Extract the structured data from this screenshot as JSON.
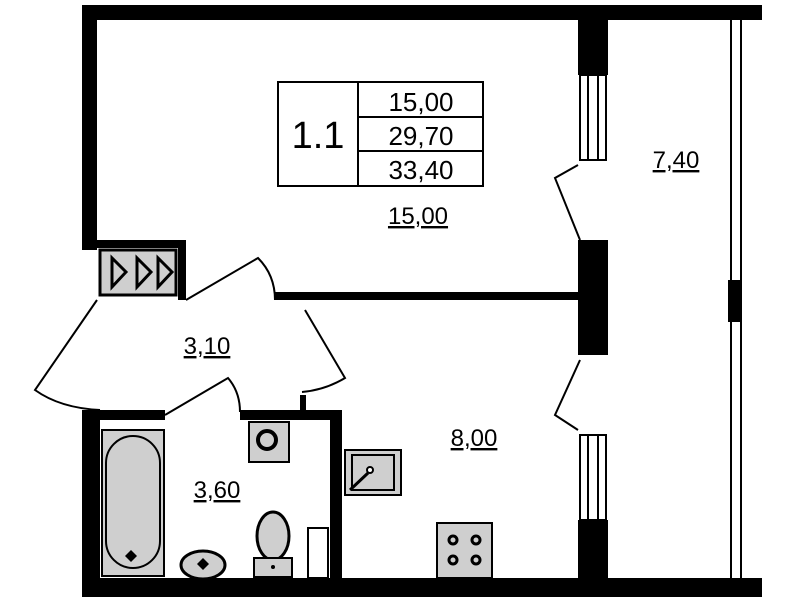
{
  "apartment": {
    "number": "1.1",
    "areas": [
      "15,00",
      "29,70",
      "33,40"
    ]
  },
  "rooms": {
    "living_room": "15,00",
    "balcony": "7,40",
    "hallway": "3,10",
    "kitchen": "8,00",
    "bathroom": "3,60"
  },
  "colors": {
    "wall": "#000000",
    "fixture_fill": "#cfcfcf",
    "background": "#ffffff"
  }
}
